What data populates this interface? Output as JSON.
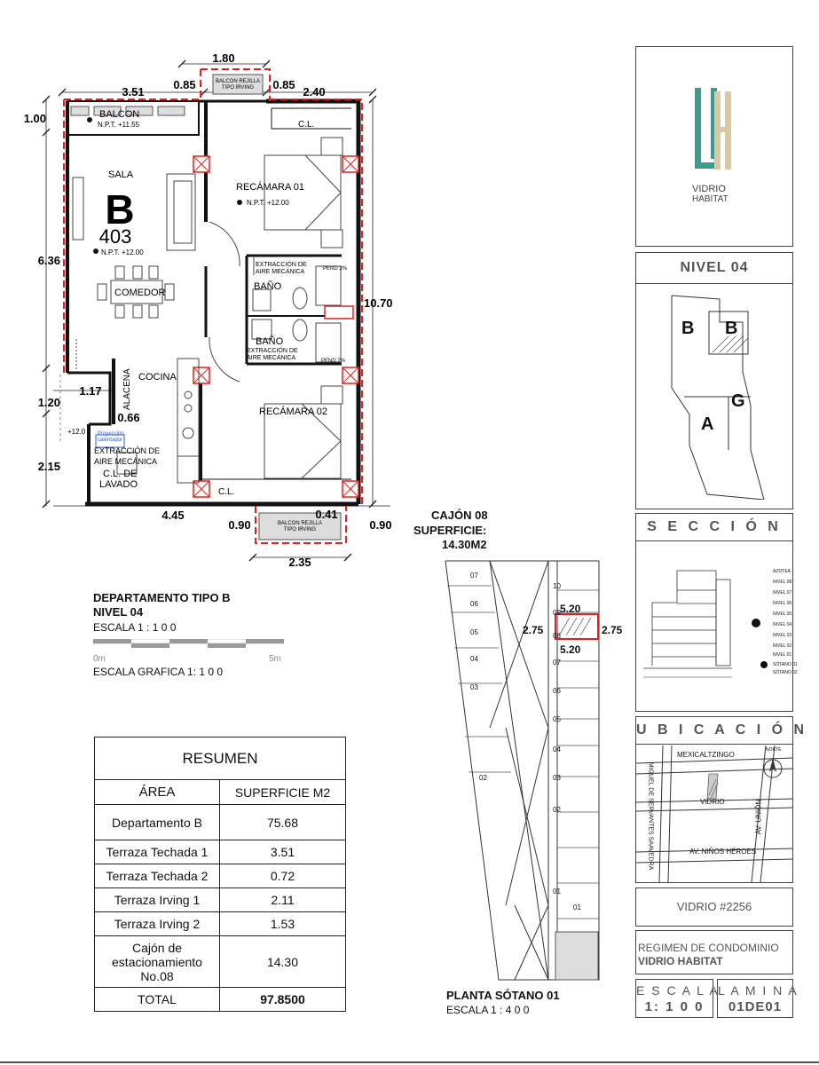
{
  "plan": {
    "dims": {
      "top_1_80": "1.80",
      "top_3_51": "3.51",
      "top_0_85_left": "0.85",
      "top_0_85_right": "0.85",
      "top_2_40": "2.40",
      "left_1_00": "1.00",
      "left_6_36": "6.36",
      "left_1_20": "1.20",
      "left_2_15": "2.15",
      "right_10_70": "10.70",
      "inner_1_17": "1.17",
      "inner_0_66": "0.66",
      "bot_4_45": "4.45",
      "bot_0_90_left": "0.90",
      "bot_0_41": "0.41",
      "bot_0_90_right": "0.90",
      "bot_2_35": "2.35"
    },
    "rooms": {
      "balcon": "BALCON",
      "balcon_npt": "N.P.T. +11.55",
      "balcon_rejilla_top": "BALCON REJILLA",
      "tipo_irving_top": "TIPO IRVING",
      "cl_top": "C.L.",
      "sala": "SALA",
      "unit_letter": "B",
      "unit_number": "403",
      "unit_npt": "N.P.T. +12.00",
      "recamara01": "RECÁMARA 01",
      "recamara01_npt": "N.P.T. +12.00",
      "extraccion1a": "EXTRACCIÓN DE",
      "extraccion1b": "AIRE MECÁNICA",
      "pend1": "PEND 2%",
      "bano1": "BAÑO",
      "comedor": "COMEDOR",
      "bano2": "BAÑO",
      "extraccion2a": "EXTRACCIÓN DE",
      "extraccion2b": "AIRE MECÁNICA",
      "pend2": "PEND 2%",
      "cocina": "COCINA",
      "alacena": "ALACENA",
      "recamara02": "RECÁMARA 02",
      "npt_12": "+12.0",
      "proyeccion": "Proyección",
      "calentador": "calentador",
      "extraccion3a": "EXTRACCIÓN DE",
      "extraccion3b": "AIRE MECÁNICA",
      "cl_lavado1": "C.L. DE",
      "cl_lavado2": "LAVADO",
      "cl_bottom": "C.L.",
      "balcon_rejilla_bot": "BALCON REJILLA",
      "tipo_irving_bot": "TIPO IRVING"
    }
  },
  "plan_caption": {
    "title1": "DEPARTAMENTO TIPO B",
    "title2": "NIVEL 04",
    "escala": "ESCALA  1 : 1 0 0",
    "bar_start": "0m",
    "bar_end": "5m",
    "escala_grafica": "ESCALA GRAFICA 1: 1 0 0"
  },
  "parking": {
    "cajon_title": "CAJÓN 08",
    "superficie_title": "SUPERFICIE:",
    "superficie_value": "14.30M2",
    "dim_5_20_top": "5.20",
    "dim_2_75_left": "2.75",
    "dim_2_75_right": "2.75",
    "dim_5_20_bot": "5.20",
    "numbers_left": [
      "07",
      "06",
      "05",
      "04",
      "03",
      "02"
    ],
    "numbers_right": [
      "10",
      "09",
      "08",
      "07",
      "06",
      "05",
      "04",
      "03",
      "02",
      "01",
      "01"
    ],
    "caption1": "PLANTA SÓTANO 01",
    "caption2": "ESCALA 1 : 4 0 0"
  },
  "resumen": {
    "title": "RESUMEN",
    "headers": [
      "ÁREA",
      "SUPERFICIE M2"
    ],
    "rows": [
      [
        "Departamento B",
        "75.68"
      ],
      [
        "Terraza Techada 1",
        "3.51"
      ],
      [
        "Terraza Techada 2",
        "0.72"
      ],
      [
        "Terraza Irving 1",
        "2.11"
      ],
      [
        "Terraza Irving 2",
        "1.53"
      ],
      [
        "Cajón de estacionamiento No.08",
        "14.30"
      ]
    ],
    "total_label": "TOTAL",
    "total_value": "97.8500"
  },
  "titleblock": {
    "logo_line1": "VIDRIO",
    "logo_line2": "HABITAT",
    "nivel_title": "NIVEL 04",
    "key_labels": [
      "B",
      "B",
      "G",
      "A"
    ],
    "seccion_title": "S E C C I Ó N",
    "section_levels": [
      "AZOTEA",
      "NIVEL 08",
      "NIVEL 07",
      "NIVEL 06",
      "NIVEL 05",
      "NIVEL 04",
      "NIVEL 03",
      "NIVEL 02",
      "NIVEL 01",
      "SÓTANO 01",
      "SÓTANO 02"
    ],
    "ubicacion_title": "U B I C A C I Ó N",
    "streets": {
      "mexicaltzingo": "MEXICALTZINGO",
      "vidrio": "VIDRIO",
      "ninos_heroes": "AV. NIÑOS HÉROES",
      "miguel": "MIGUEL DE SERVANTES SAAVEDRA",
      "union": "AV. UNIÓN",
      "norte": "NORTE"
    },
    "address": "VIDRIO #2256",
    "regimen1": "REGIMEN DE CONDOMINIO",
    "regimen2": "VIDRIO HABITAT",
    "escala_label": "E S C A L A",
    "escala_value": "1: 1 0 0",
    "lamina_label": "L A M I N A",
    "lamina_value": "01DE01"
  },
  "colors": {
    "accent_red": "#e0211d",
    "logo_teal": "#3a9c8c",
    "logo_tan": "#d8c9a3"
  }
}
